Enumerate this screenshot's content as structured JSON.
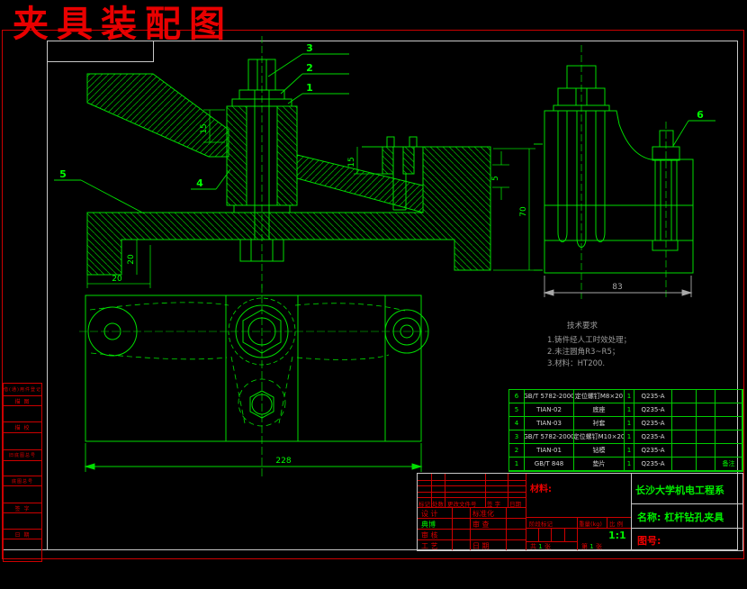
{
  "page": {
    "title": "夹具装配图"
  },
  "drawing": {
    "callouts": {
      "c1": "1",
      "c2": "2",
      "c3": "3",
      "c4": "4",
      "c5": "5",
      "c6": "6"
    },
    "dims": {
      "front_neck": "15",
      "front_step_v": "20",
      "front_step_h": "20",
      "detail_depth": "15",
      "detail_gap": "5",
      "body_height": "70",
      "side_width": "83",
      "plan_length": "228"
    },
    "tech": {
      "title": "技术要求",
      "l1": "1.铸件经人工时效处理；",
      "l2": "2.未注圆角R3~R5；",
      "l3": "3.材料：HT200."
    }
  },
  "bom": {
    "rows": [
      {
        "no": "6",
        "code": "GB/T 5782-2000",
        "name": "定位螺钉M8×20",
        "qty": "1",
        "mat": "Q235-A",
        "note": ""
      },
      {
        "no": "5",
        "code": "TIAN-02",
        "name": "底座",
        "qty": "1",
        "mat": "Q235-A",
        "note": ""
      },
      {
        "no": "4",
        "code": "TIAN-03",
        "name": "衬套",
        "qty": "1",
        "mat": "Q235-A",
        "note": ""
      },
      {
        "no": "3",
        "code": "GB/T 5782-2000",
        "name": "定位螺钉M10×20",
        "qty": "1",
        "mat": "Q235-A",
        "note": ""
      },
      {
        "no": "2",
        "code": "TIAN-01",
        "name": "钻模",
        "qty": "1",
        "mat": "Q235-A",
        "note": ""
      },
      {
        "no": "1",
        "code": "GB/T 848",
        "name": "垫片",
        "qty": "1",
        "mat": "Q235-A",
        "note": "备注"
      }
    ]
  },
  "titleblock": {
    "material_label": "材料:",
    "header": {
      "h1": "标记",
      "h2": "处数",
      "h3": "更改文件号",
      "h4": "签 字",
      "h5": "日期"
    },
    "left_rows": {
      "r1a": "设 计",
      "r1b": "标准化",
      "r2a": "典博",
      "r2b": "审 查",
      "r3a": "审 核",
      "r4a": "工 艺",
      "r4b": "日 期"
    },
    "stage_label": "阶段标记",
    "weight_label": "重量(kg)",
    "scale_label": "比 例",
    "scale_value": "1:1",
    "sheets": {
      "gong": "共",
      "n1": "1",
      "zhang1": "张",
      "di": "第",
      "n2": "1",
      "zhang2": "张"
    },
    "org": "长沙大学机电工程系",
    "name_label": "名称:",
    "name_value": "杠杆钻孔夹具",
    "drawing_no_label": "图号:"
  },
  "margin": {
    "m1": "借(通)用件登记",
    "m2": "描 图",
    "m3": "描 校",
    "m4": "旧底图总号",
    "m5": "底图总号",
    "m6": "签 字",
    "m7": "日 期"
  }
}
